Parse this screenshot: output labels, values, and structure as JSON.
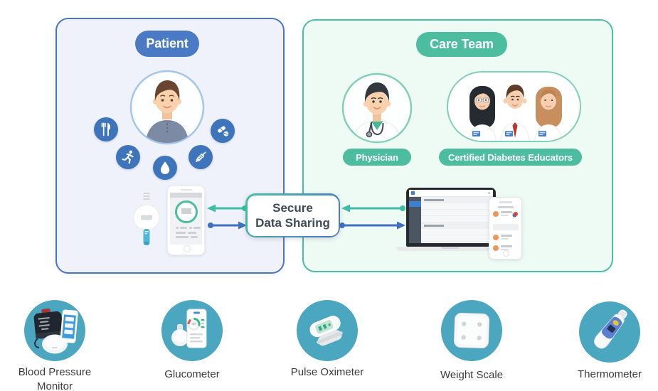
{
  "patient_panel": {
    "label": "Patient",
    "icons": [
      {
        "name": "diet-icon"
      },
      {
        "name": "exercise-icon"
      },
      {
        "name": "hydration-icon"
      },
      {
        "name": "insulin-icon"
      },
      {
        "name": "medication-icon"
      }
    ],
    "devices": [
      {
        "name": "glucometer-device"
      },
      {
        "name": "patient-phone"
      }
    ]
  },
  "care_panel": {
    "label": "Care Team",
    "physician_label": "Physician",
    "educators_label": "Certified Diabetes Educators",
    "devices": [
      {
        "name": "care-laptop"
      },
      {
        "name": "care-phone"
      }
    ]
  },
  "center_box": {
    "line1": "Secure",
    "line2": "Data Sharing"
  },
  "devices": [
    {
      "label": "Blood Pressure Monitor",
      "icon": "blood-pressure-monitor-photo"
    },
    {
      "label": "Glucometer",
      "icon": "glucometer-photo"
    },
    {
      "label": "Pulse Oximeter",
      "icon": "pulse-oximeter-photo"
    },
    {
      "label": "Weight Scale",
      "icon": "weight-scale-photo"
    },
    {
      "label": "Thermometer",
      "icon": "thermometer-photo"
    }
  ],
  "colors": {
    "patient_accent": "#4b74c5",
    "patient_badge": "#4b7ac4",
    "care_accent": "#4cbfa0",
    "care_badge": "#4dbd9f",
    "icon_bubble_blue": "#3e74ba",
    "device_circle_teal": "#4ba6bf",
    "arrow_teal": "#3ebda4",
    "arrow_blue": "#3e6fc1",
    "patient_panel_bg": "#f0f2fb",
    "care_panel_bg": "#eefaf4"
  }
}
